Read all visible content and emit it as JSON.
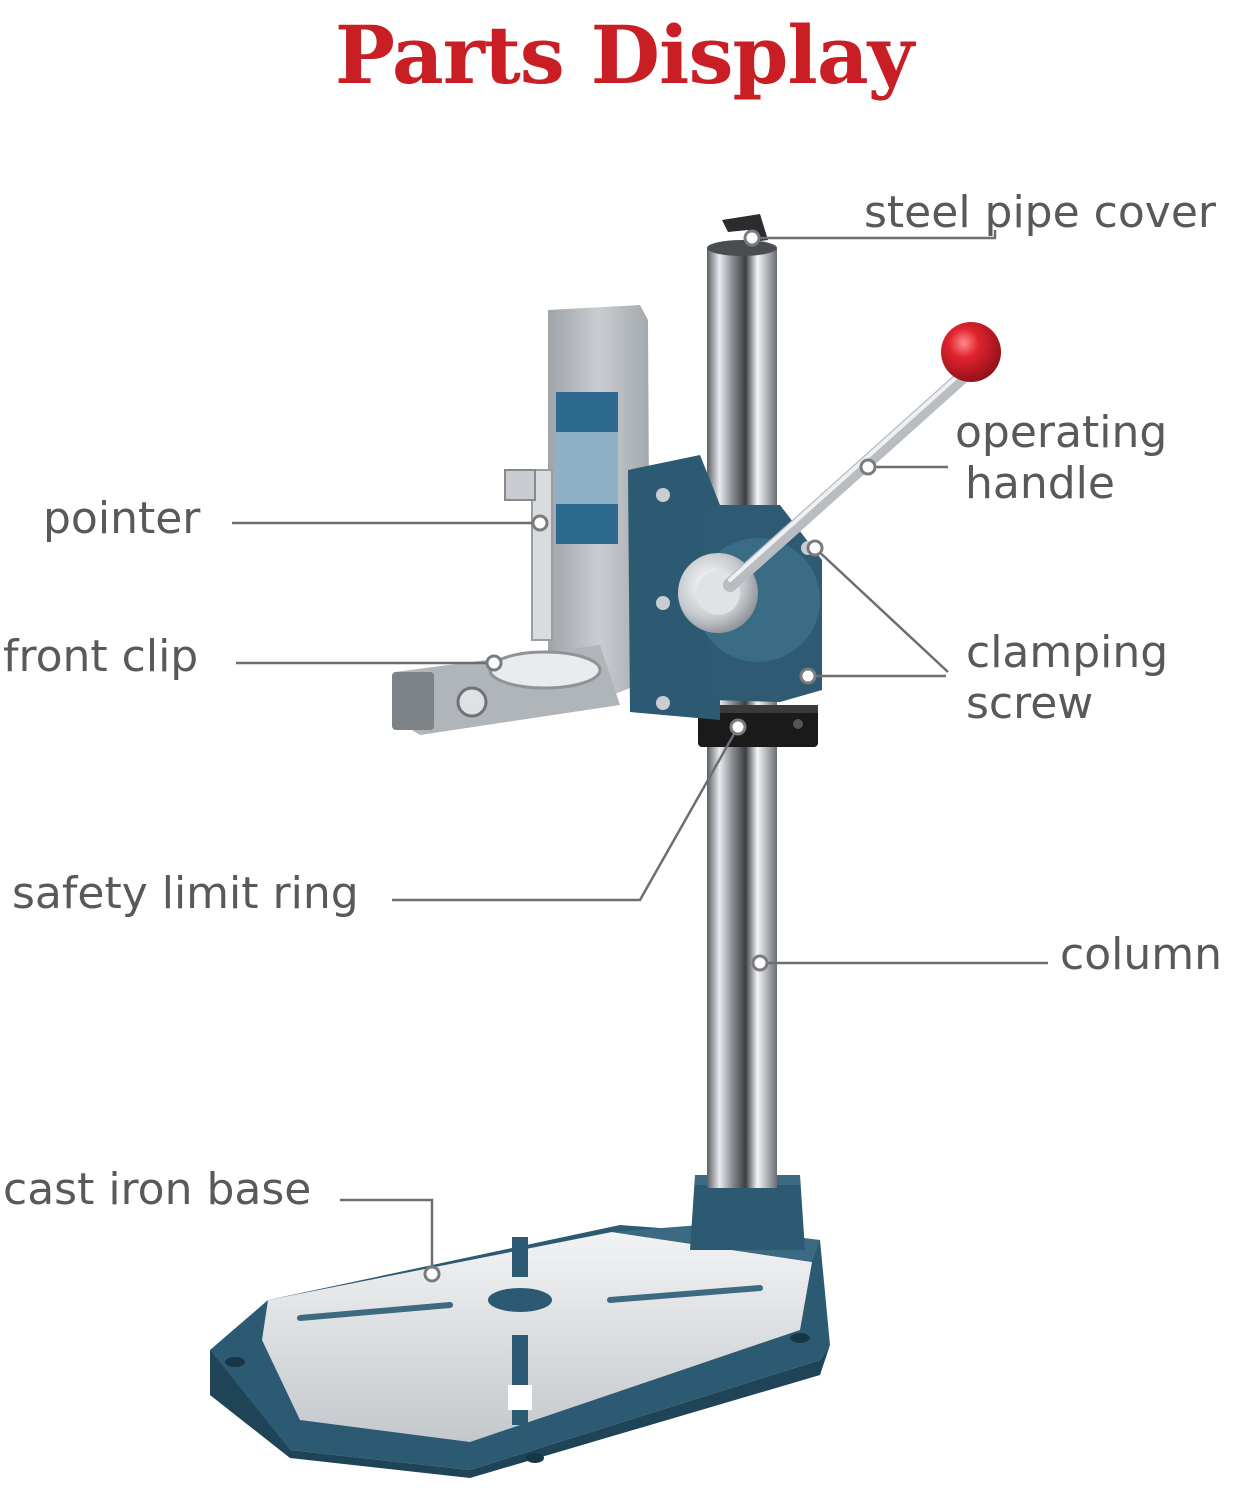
{
  "title": "Parts Display",
  "colors": {
    "title": "#c81e24",
    "label_text": "#58595b",
    "body_blue": "#2e5a73",
    "casting_silver": "#b8bcc0",
    "handle_knob": "#d8202c",
    "leader_line": "#6d6e71"
  },
  "icons": [
    "dot-marker-icon"
  ],
  "labels": {
    "steel_pipe_cover": "steel pipe cover",
    "operating_handle_line1": "operating",
    "operating_handle_line2": "handle",
    "pointer": "pointer",
    "front_clip": "front clip",
    "clamping_screw_line1": "clamping",
    "clamping_screw_line2": "screw",
    "safety_limit_ring": "safety limit ring",
    "column": "column",
    "cast_iron_base": "cast iron base"
  }
}
